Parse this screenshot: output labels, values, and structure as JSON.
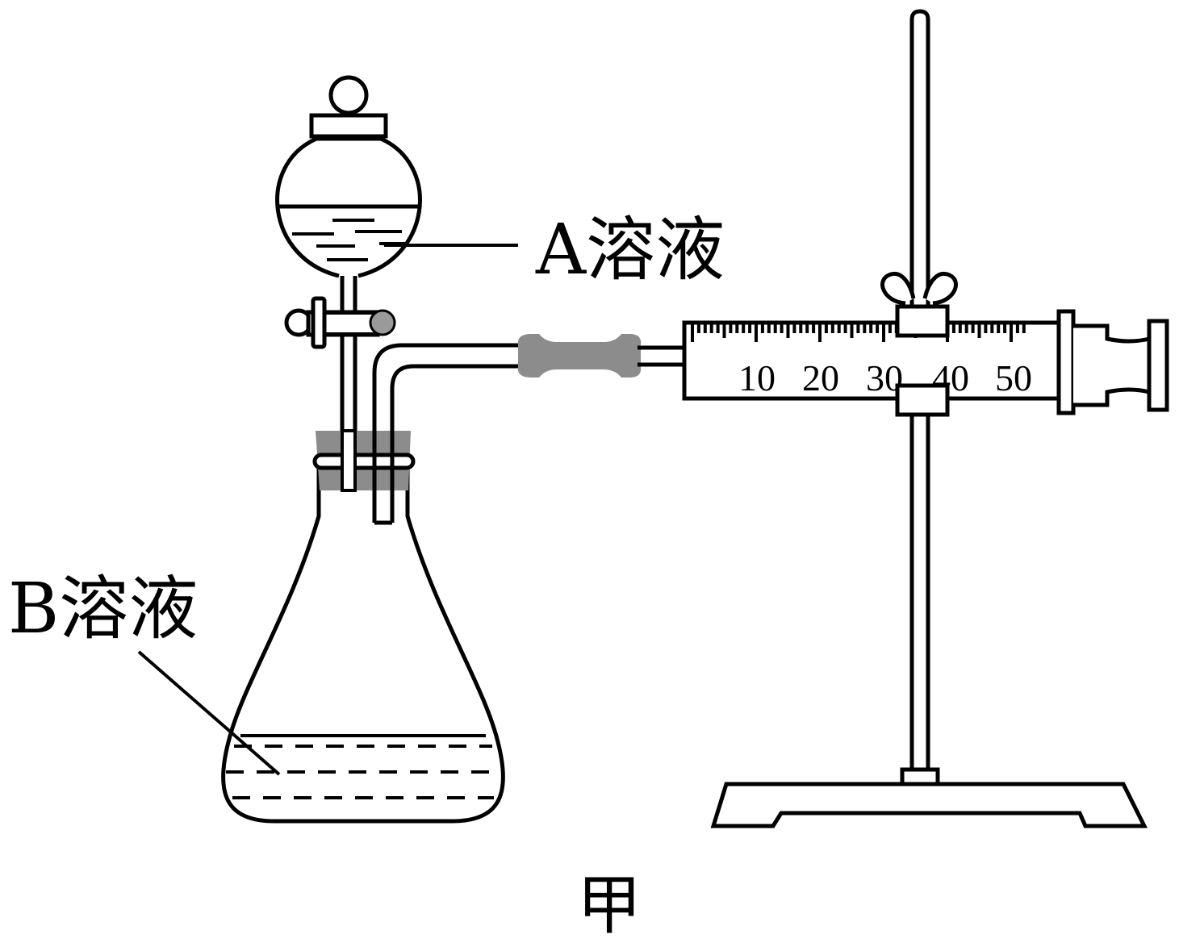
{
  "labels": {
    "solution_a": "A溶液",
    "solution_b": "B溶液",
    "caption": "甲"
  },
  "syringe_scale": [
    "10",
    "20",
    "30",
    "40",
    "50"
  ],
  "colors": {
    "line": "#000000",
    "rubber": "#8c8c8c",
    "background": "#ffffff"
  }
}
